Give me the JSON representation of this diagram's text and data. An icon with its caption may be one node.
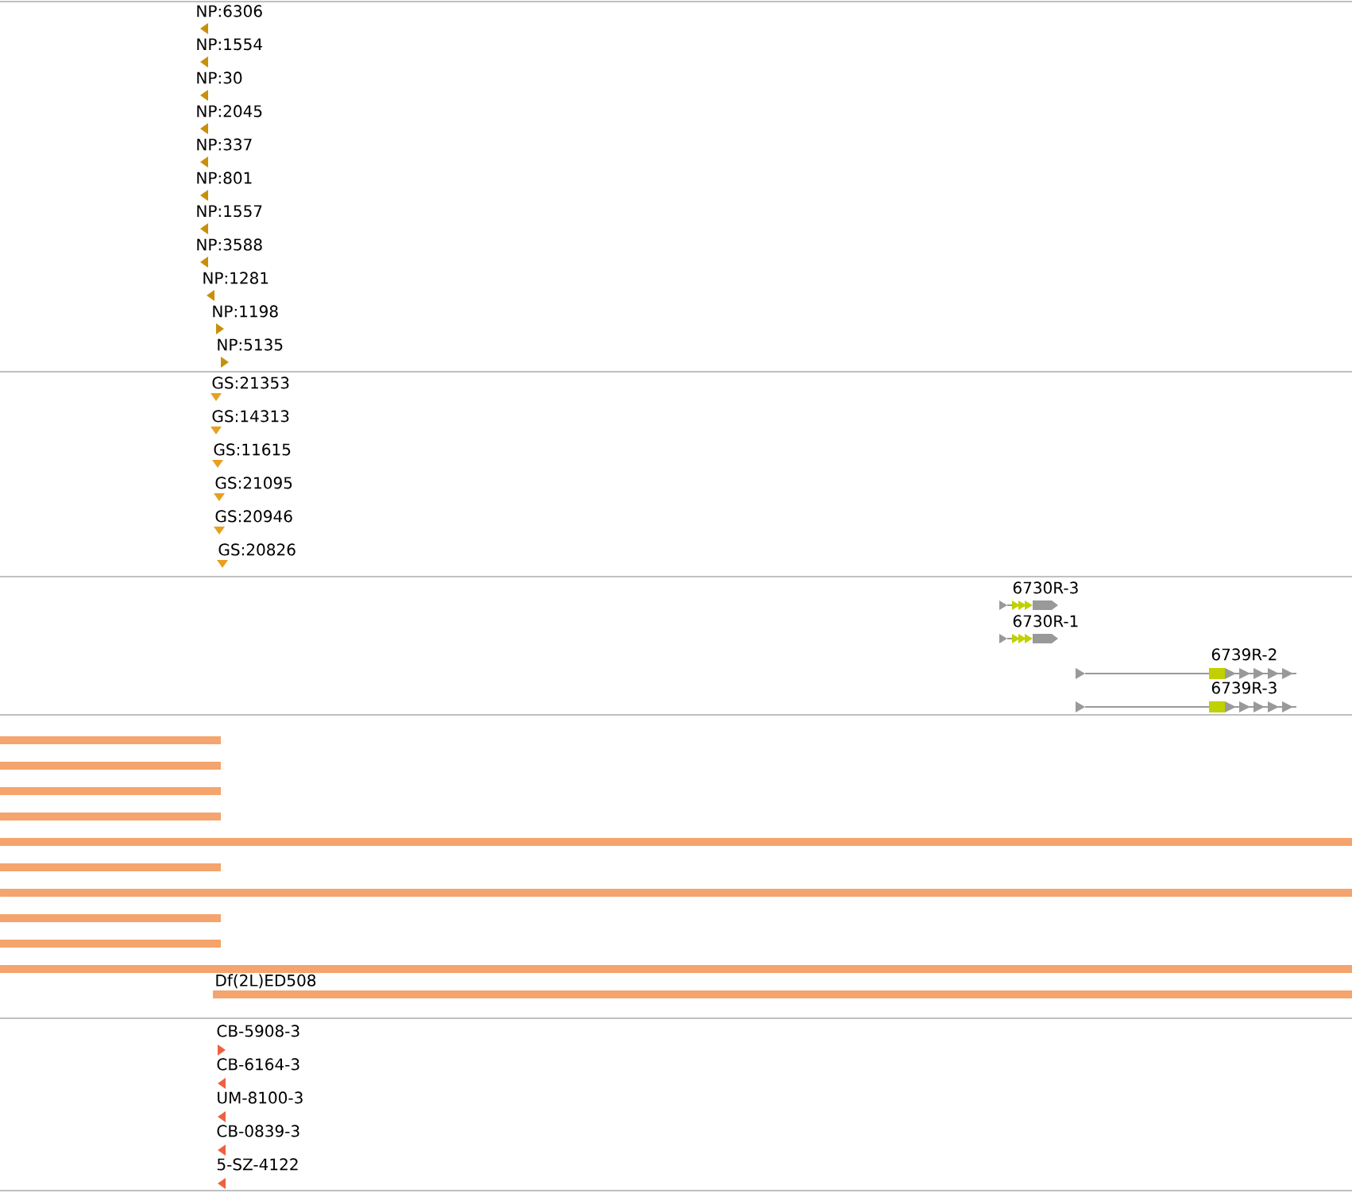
{
  "diagram": {
    "labels": [
      "NP:6306",
      "NP:1554",
      "NP:30",
      "NP:2045",
      "NP:337",
      "NP:801",
      "NP:1557",
      "NP:3588",
      "NP:1281",
      "NP:1198",
      "NP:5135",
      "GS:21353",
      "GS:14313",
      "GS:11615",
      "GS:21095",
      "GS:20946",
      "GS:20826",
      "6730R-3",
      "6730R-1",
      "6739R-2",
      "6739R-3",
      "Df(2L)ED508",
      "CB-5908-3",
      "CB-6164-3",
      "UM-8100-3",
      "CB-0839-3",
      "5-SZ-4122"
    ]
  }
}
